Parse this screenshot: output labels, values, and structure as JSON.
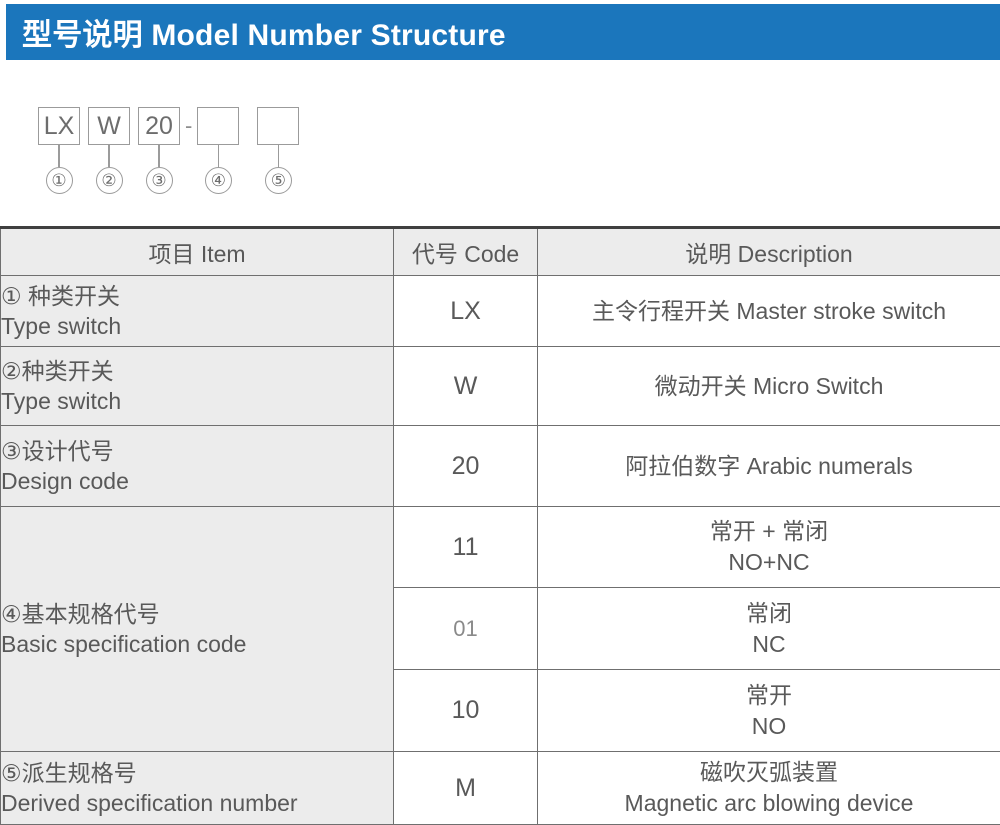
{
  "header": {
    "title": "型号说明 Model Number Structure",
    "accent_color": "#1b76bc",
    "text_color": "#ffffff"
  },
  "model_structure": {
    "segments": [
      {
        "code": "LX",
        "marker": "①"
      },
      {
        "code": "W",
        "marker": "②"
      },
      {
        "code": "20",
        "marker": "③"
      },
      {
        "code": "",
        "marker": "④"
      },
      {
        "code": "",
        "marker": "⑤"
      }
    ],
    "separator": "-"
  },
  "table": {
    "columns": [
      {
        "key": "item",
        "label": "项目 Item"
      },
      {
        "key": "code",
        "label": "代号 Code"
      },
      {
        "key": "desc",
        "label": "说明 Description"
      }
    ],
    "rows": [
      {
        "item_cn": "① 种类开关",
        "item_en": "Type switch",
        "code": "LX",
        "desc_line1": "主令行程开关 Master stroke switch",
        "desc_line2": ""
      },
      {
        "item_cn": "②种类开关",
        "item_en": "Type switch",
        "code": "W",
        "desc_line1": "微动开关 Micro Switch",
        "desc_line2": ""
      },
      {
        "item_cn": "③设计代号",
        "item_en": "Design code",
        "code": "20",
        "desc_line1": "阿拉伯数字 Arabic numerals",
        "desc_line2": ""
      },
      {
        "item_cn": "④基本规格代号",
        "item_en": "Basic specification code",
        "subrows": [
          {
            "code": "11",
            "desc_line1": "常开 + 常闭",
            "desc_line2": "NO+NC"
          },
          {
            "code": "01",
            "desc_line1": "常闭",
            "desc_line2": "NC"
          },
          {
            "code": "10",
            "desc_line1": "常开",
            "desc_line2": "NO"
          }
        ]
      },
      {
        "item_cn": "⑤派生规格号",
        "item_en": "Derived specification number",
        "code": "M",
        "desc_line1": "磁吹灭弧装置",
        "desc_line2": "Magnetic arc blowing device"
      }
    ]
  }
}
